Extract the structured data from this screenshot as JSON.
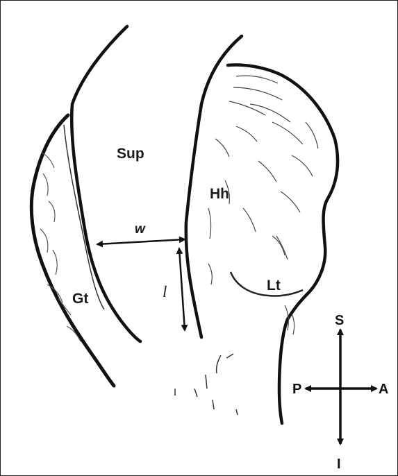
{
  "labels": {
    "superior": "Sup",
    "humeral_head": "Hh",
    "greater_tubercle": "Gt",
    "lesser_tubercle": "Lt",
    "width": "w",
    "length": "l"
  },
  "compass": {
    "superior": "S",
    "inferior": "I",
    "posterior": "P",
    "anterior": "A"
  },
  "colors": {
    "ink": "#111111",
    "background": "#ffffff"
  }
}
